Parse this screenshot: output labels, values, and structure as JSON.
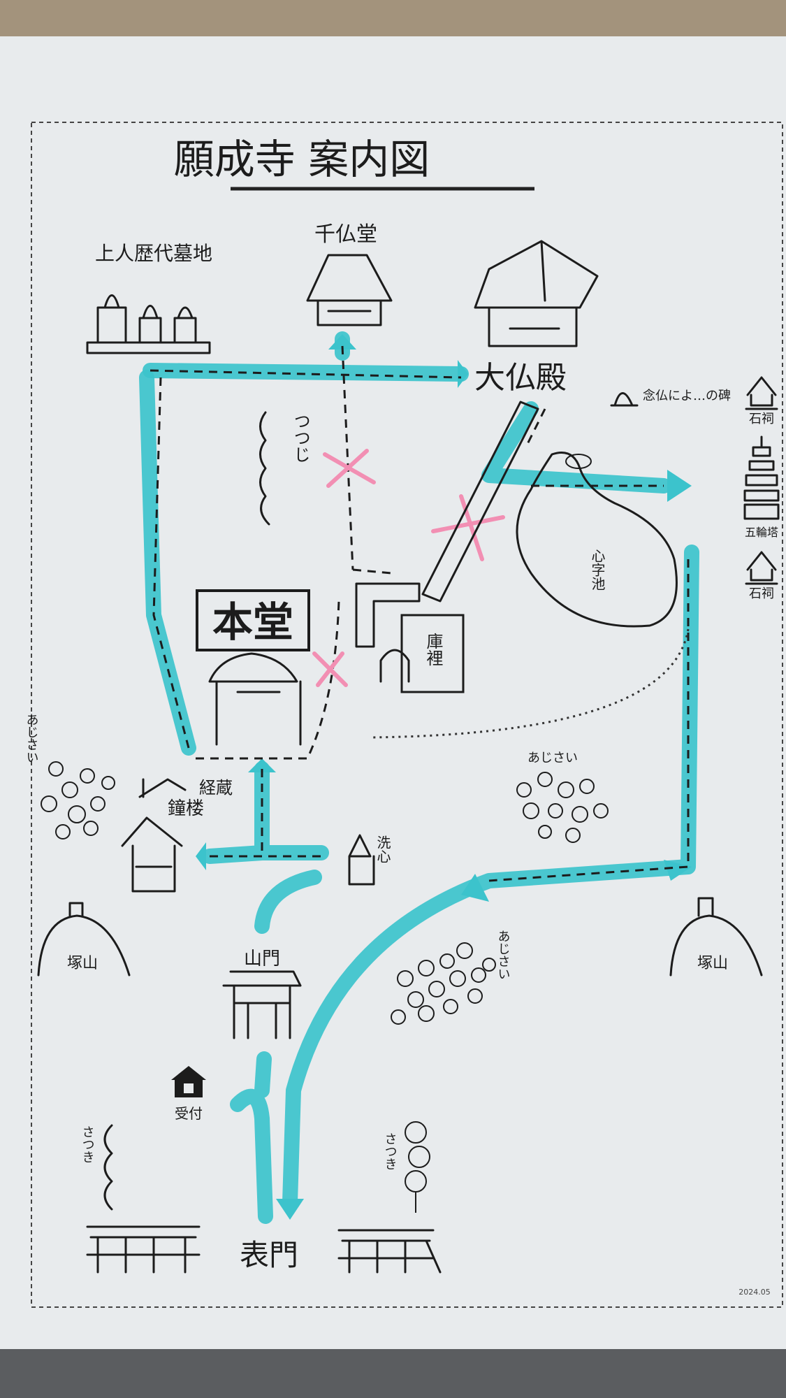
{
  "title": "願成寺 案内図",
  "date": "2024.05",
  "colors": {
    "route": "#3cc3cc",
    "closed": "#f28fb3",
    "paper": "#e9ecee",
    "ink": "#1c1c1c"
  },
  "landmarks": {
    "graves": "上人歴代墓地",
    "senbutsudo": "千仏堂",
    "daibutsuden": "大仏殿",
    "monument": "念仏によ…の碑",
    "shrine_top": "石祠",
    "pagoda": "五輪塔",
    "shrine_bottom": "石祠",
    "tsutsuji": "つつじ",
    "pond": "心字池",
    "hondo": "本堂",
    "kuri": "庫裡",
    "kyozo": "経蔵",
    "shoro": "鐘楼",
    "senshin": "洗心",
    "ajisai_left": "あじさい",
    "ajisai_center": "あじさい",
    "ajisai_lower": "あじさい",
    "tsukayama_left": "塚山",
    "tsukayama_right": "塚山",
    "sanmon": "山門",
    "uketsuke": "受付",
    "satsuki_left": "さつき",
    "satsuki_right": "さつき",
    "omotemon": "表門"
  },
  "icons": [
    "temple-icon",
    "pagoda-icon",
    "stone-shrine-icon",
    "route-arrow-icon",
    "closed-path-cross-icon",
    "tree-icon",
    "gate-icon"
  ]
}
